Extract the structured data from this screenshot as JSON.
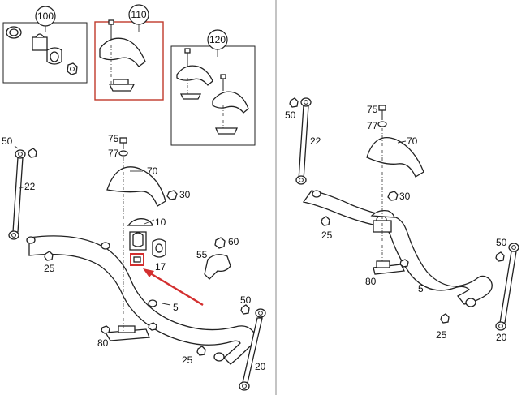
{
  "colors": {
    "accent": "#c0392b",
    "line": "#222222",
    "divider": "#888888"
  },
  "callout_groups": [
    {
      "label": "100"
    },
    {
      "label": "110"
    },
    {
      "label": "120"
    }
  ],
  "left_labels": {
    "l75": "75",
    "l77": "77",
    "l70": "70",
    "l30": "30",
    "l10": "10",
    "l60": "60",
    "l55": "55",
    "l17": "17",
    "l50": "50",
    "l22": "22",
    "l25": "25",
    "l5": "5",
    "l80": "80",
    "l50b": "50",
    "l25b": "25",
    "l20": "20"
  },
  "right_labels": {
    "r50": "50",
    "r22": "22",
    "r75": "75",
    "r77": "77",
    "r70": "70",
    "r30": "30",
    "r25": "25",
    "r80": "80",
    "r5": "5",
    "r50b": "50",
    "r25b": "25",
    "r20": "20"
  },
  "highlight": {
    "target": "red-highlight-box",
    "arrow_color": "#d32f2f"
  }
}
